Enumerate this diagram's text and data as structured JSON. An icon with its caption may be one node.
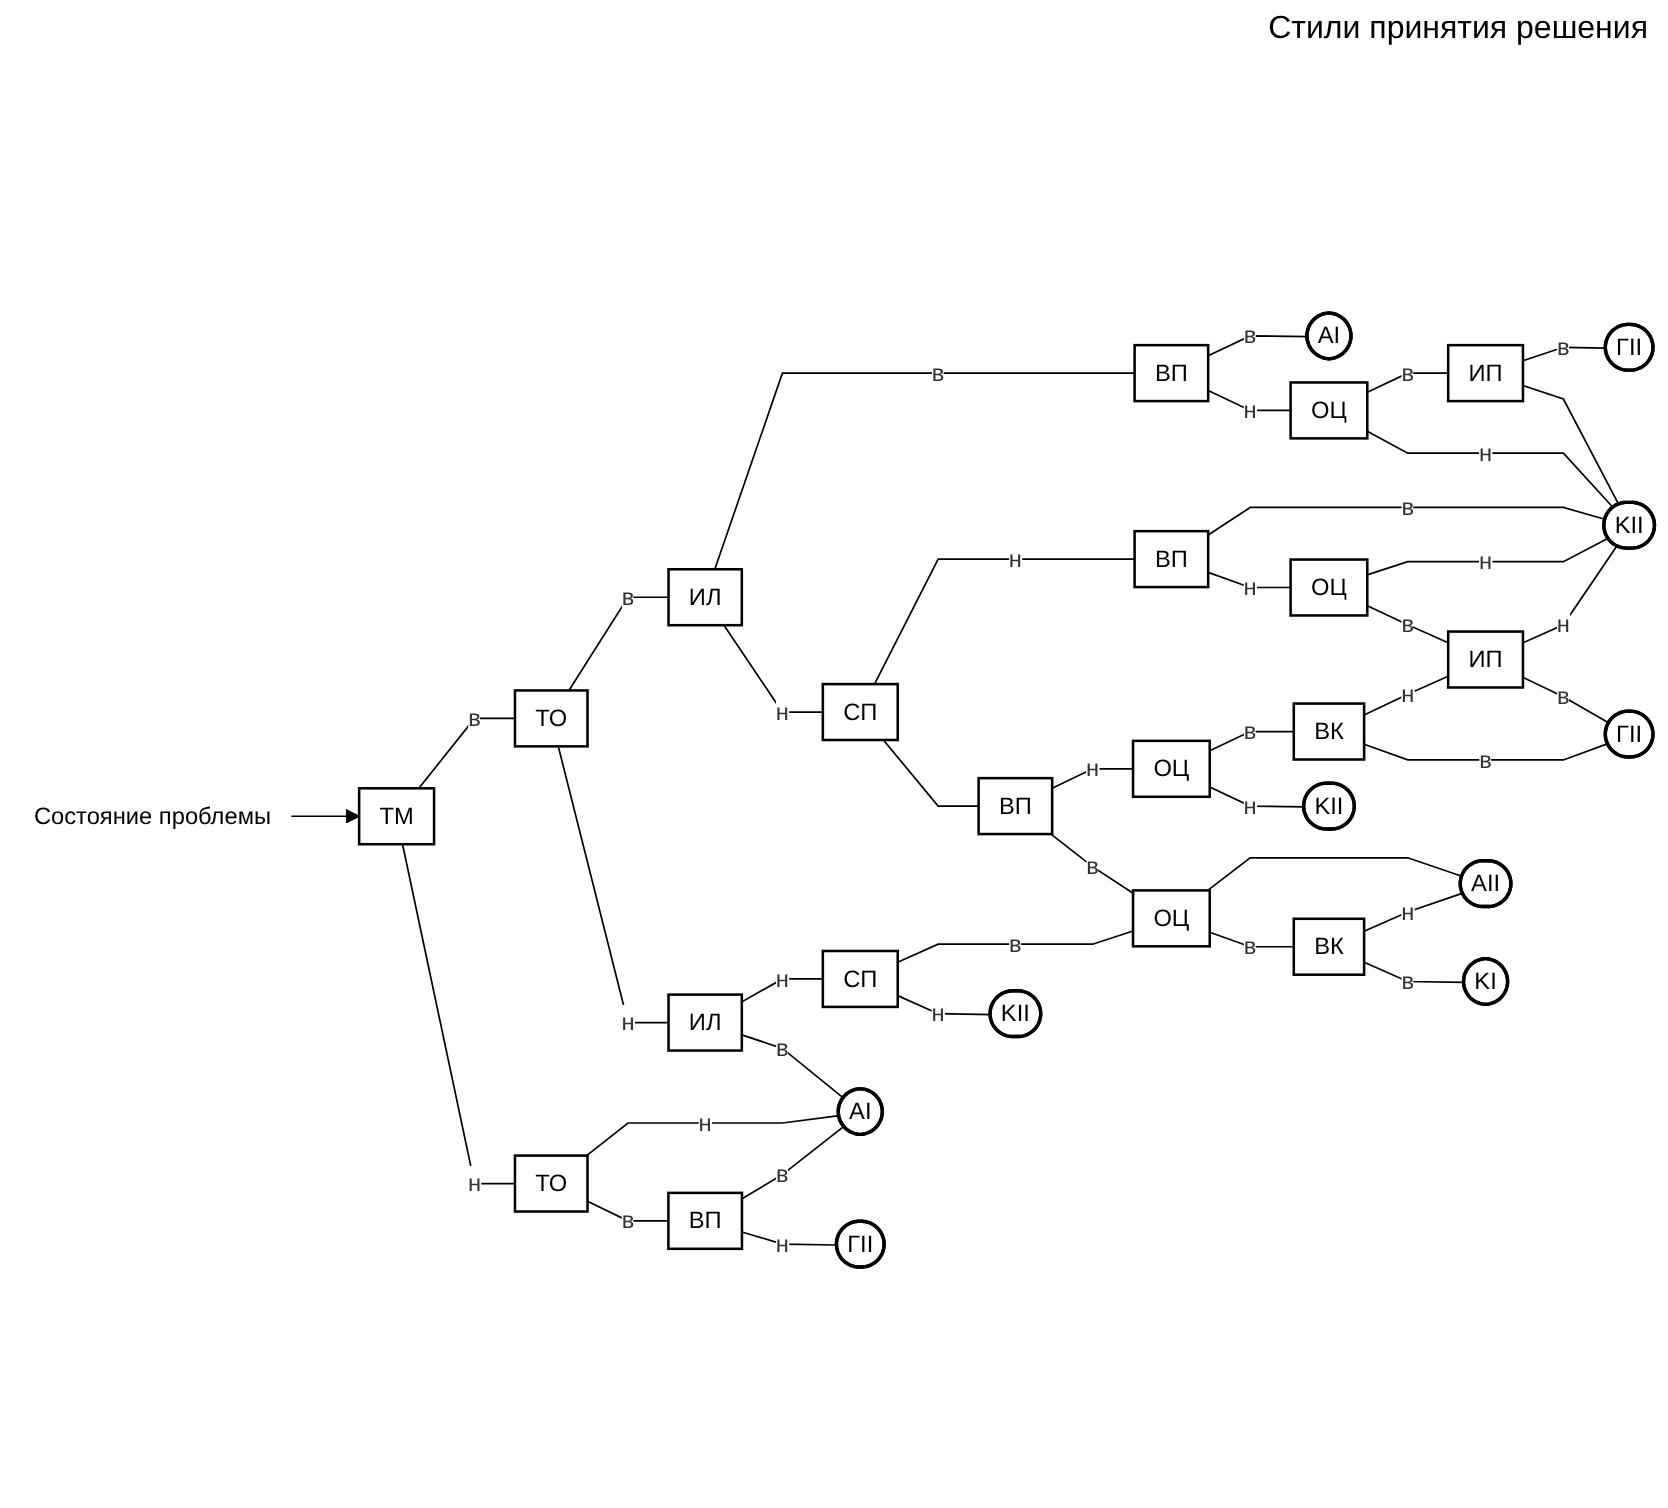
{
  "diagram": {
    "nodes": [
      {
        "text": [
          "Состояние проблемы"
        ]
      },
      {
        "text": [
          "ТМ"
        ]
      },
      {
        "text": [
          "ТО"
        ]
      },
      {
        "text": [
          "ТО"
        ]
      },
      {
        "text": [
          "ИЛ"
        ]
      },
      {
        "text": [
          "ИЛ"
        ]
      },
      {
        "text": [
          "ВП"
        ]
      },
      {
        "text": [
          "СП"
        ]
      },
      {
        "text": [
          "СП"
        ]
      },
      {
        "text": [
          "ВП"
        ]
      },
      {
        "text": [
          "ВП"
        ]
      },
      {
        "text": [
          "ВП"
        ]
      },
      {
        "text": [
          "ОЦ"
        ]
      },
      {
        "text": [
          "ОЦ"
        ]
      },
      {
        "text": [
          "ОЦ"
        ]
      },
      {
        "text": [
          "ОЦ"
        ]
      },
      {
        "text": [
          "ИП"
        ]
      },
      {
        "text": [
          "ИП"
        ]
      },
      {
        "text": [
          "ВК"
        ]
      },
      {
        "text": [
          "ВК"
        ]
      },
      {
        "text": [
          "AI"
        ]
      },
      {
        "text": [
          "ГII"
        ]
      },
      {
        "text": [
          "KII"
        ]
      },
      {
        "text": [
          "ГII"
        ]
      },
      {
        "text": [
          "KII"
        ]
      },
      {
        "text": [
          "AII"
        ]
      },
      {
        "text": [
          "KI"
        ]
      },
      {
        "text": [
          "KII"
        ]
      },
      {
        "text": [
          "AI"
        ]
      },
      {
        "text": [
          "ГII"
        ]
      }
    ],
    "edges": [
      {
        "from": 0,
        "to": 1,
        "arrow": "to"
      },
      {
        "from": 1,
        "to": 2,
        "arrow": "none",
        "label": "в"
      },
      {
        "from": 1,
        "to": 3,
        "arrow": "none",
        "label": "н"
      },
      {
        "from": 2,
        "to": 4,
        "arrow": "none",
        "label": "в"
      },
      {
        "from": 2,
        "to": 5,
        "arrow": "none",
        "label": "н"
      },
      {
        "from": 4,
        "to": 6,
        "arrow": "none",
        "label": "в"
      },
      {
        "from": 4,
        "to": 7,
        "arrow": "none",
        "label": "н"
      },
      {
        "from": 7,
        "to": 9,
        "arrow": "none",
        "label": "н"
      },
      {
        "from": 7,
        "to": 10,
        "arrow": "none"
      },
      {
        "from": 6,
        "to": 20,
        "arrow": "none",
        "label": "в"
      },
      {
        "from": 6,
        "to": 12,
        "arrow": "none",
        "label": "н"
      },
      {
        "from": 12,
        "to": 16,
        "arrow": "none",
        "label": "в"
      },
      {
        "from": 12,
        "to": 22,
        "arrow": "none",
        "label": "н"
      },
      {
        "from": 16,
        "to": 21,
        "arrow": "none",
        "label": "в"
      },
      {
        "from": 16,
        "to": 22,
        "arrow": "none"
      },
      {
        "from": 9,
        "to": 22,
        "arrow": "none",
        "label": "в"
      },
      {
        "from": 9,
        "to": 13,
        "arrow": "none",
        "label": "н"
      },
      {
        "from": 13,
        "to": 22,
        "arrow": "none",
        "label": "н"
      },
      {
        "from": 13,
        "to": 17,
        "arrow": "none",
        "label": "в"
      },
      {
        "from": 17,
        "to": 22,
        "arrow": "none",
        "label": "н"
      },
      {
        "from": 17,
        "to": 23,
        "arrow": "none",
        "label": "в"
      },
      {
        "from": 10,
        "to": 14,
        "arrow": "none",
        "label": "н"
      },
      {
        "from": 10,
        "to": 15,
        "arrow": "none",
        "label": "в"
      },
      {
        "from": 14,
        "to": 18,
        "arrow": "none",
        "label": "в"
      },
      {
        "from": 14,
        "to": 24,
        "arrow": "none",
        "label": "н"
      },
      {
        "from": 18,
        "to": 17,
        "arrow": "none",
        "label": "н"
      },
      {
        "from": 18,
        "to": 23,
        "arrow": "none",
        "label": "в"
      },
      {
        "from": 15,
        "to": 25,
        "arrow": "none"
      },
      {
        "from": 15,
        "to": 19,
        "arrow": "none",
        "label": "в"
      },
      {
        "from": 19,
        "to": 25,
        "arrow": "none",
        "label": "н"
      },
      {
        "from": 19,
        "to": 26,
        "arrow": "none",
        "label": "в"
      },
      {
        "from": 5,
        "to": 8,
        "arrow": "none",
        "label": "н"
      },
      {
        "from": 5,
        "to": 28,
        "arrow": "none",
        "label": "в"
      },
      {
        "from": 8,
        "to": 15,
        "arrow": "none",
        "label": "в"
      },
      {
        "from": 8,
        "to": 27,
        "arrow": "none",
        "label": "н"
      },
      {
        "from": 3,
        "to": 28,
        "arrow": "none",
        "label": "н"
      },
      {
        "from": 3,
        "to": 11,
        "arrow": "none",
        "label": "в"
      },
      {
        "from": 11,
        "to": 28,
        "arrow": "none",
        "label": "в"
      },
      {
        "from": 11,
        "to": 29,
        "arrow": "none",
        "label": "н"
      }
    ],
    "labels": [
      "Стили принятия решения"
    ]
  }
}
